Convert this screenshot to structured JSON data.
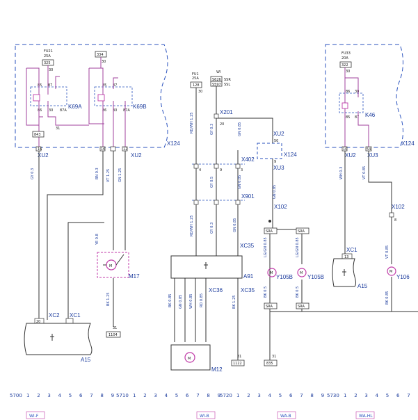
{
  "colors": {
    "wire_black": "#333333",
    "wire_purple": "#a0409c",
    "label_blue": "#1a3a9c",
    "dashed_blue": "#2a52be",
    "component_purple": "#c03aa8"
  },
  "modules": {
    "x124_left": "X124",
    "x124_mid": "X124",
    "x124_right": "X124"
  },
  "fuses": {
    "fu21": {
      "name": "FU21",
      "rating": "25A",
      "pin": "325",
      "terminal": "30"
    },
    "f334": {
      "pin": "334",
      "terminal": "30"
    },
    "fu1": {
      "name": "FU1",
      "rating": "25A",
      "pin": "128",
      "terminal": "30"
    },
    "wi": {
      "name": "WI",
      "l1": "S626",
      "l2": "S597",
      "r1": "SSR",
      "r2": "SSL"
    },
    "fu33": {
      "name": "FU33",
      "rating": "20A",
      "pin": "322",
      "terminal": "30"
    }
  },
  "relays": {
    "k69a": {
      "name": "K69A",
      "p85": "85",
      "p87": "87",
      "p86": "86",
      "p30": "30",
      "p87a": "87A"
    },
    "k69b": {
      "name": "K69B",
      "p85": "85",
      "p87": "87",
      "p86": "86",
      "p30": "30",
      "p87a": "87A"
    },
    "k46": {
      "name": "K46",
      "p86": "86",
      "p30": "30",
      "p85": "85",
      "p87": "87"
    }
  },
  "connectors": {
    "xu2_a": "XU2",
    "xu2_b": "XU2",
    "xu2_c": "XU2",
    "xu2_d": "XU2",
    "xu3_a": "XU3",
    "xu3_b": "XU3",
    "x201": "X201",
    "x402": "X402",
    "x901": "X901",
    "x102_a": "X102",
    "x102_b": "X102",
    "xc35_a": "XC35",
    "xc35_b": "XC35",
    "xc36": "XC36",
    "xc2": "XC2",
    "xc1_a": "XC1",
    "xc1_b": "XC1"
  },
  "components": {
    "a15_left": "A15",
    "a15_right": "A15",
    "m17": "M17",
    "a91": "A91",
    "m12": "M12",
    "y105b_a": "Y105B",
    "y105b_b": "Y105B",
    "y106": "Y106",
    "motor_symbol": "M"
  },
  "wires": {
    "gy03": "GY 0.3",
    "bn03": "BN 0.3",
    "vt125": "VT 1.25",
    "gn125": "GN 1.25",
    "rdwh125": "RD/WH 1.25",
    "gy03b": "GY 0.3",
    "gn085": "GN 0.85",
    "ye08": "YE 0.8",
    "bk125": "BK 1.25",
    "gy05": "GY 0.5",
    "gy03c": "GY 0.3",
    "gn085b": "GN 0.85",
    "rdwh125b": "RD/WH 1.25",
    "gn085c": "GN 0.85",
    "lggn085": "LG/GN 0.85",
    "lggn085b": "LG/GN 0.85",
    "bk05": "BK 0.5",
    "bk05b": "BK 0.5",
    "bk085": "BK 0.85",
    "gn085d": "GN 0.85",
    "wh085": "WH 0.85",
    "rd085": "RD 0.85",
    "bk125b": "BK 1.25",
    "wh03": "WH 0.3",
    "vt085": "VT 0.85",
    "vt085b": "VT 0.85",
    "bk085b": "BK 0.85"
  },
  "pins": {
    "p16a": "16",
    "p16b": "16",
    "p12": "12",
    "p18": "18",
    "p20": "20",
    "p50": "50",
    "p9": "9",
    "p4": "4",
    "p3": "3",
    "p20b": "20",
    "p10": "10",
    "p54": "54",
    "p8": "8",
    "p13": "13"
  },
  "grounds": {
    "g843": {
      "pin": "31",
      "box": "843"
    },
    "g1104": {
      "pin": "31",
      "box": "1104"
    },
    "g1122": {
      "pin": "31",
      "box": "1122"
    },
    "g835": {
      "pin": "31",
      "box": "835"
    }
  },
  "splices": {
    "s1": "SRA",
    "s2": "SRA",
    "s3": "SRA",
    "s4": "SRA"
  },
  "ruler": {
    "sections": [
      "5700",
      "5710",
      "5720",
      "5730"
    ],
    "digits": [
      "1",
      "2",
      "3",
      "4",
      "5",
      "6",
      "7",
      "8",
      "9"
    ]
  },
  "footer_refs": [
    "WI-F",
    "WI-B",
    "WA-B",
    "WA-HL"
  ]
}
